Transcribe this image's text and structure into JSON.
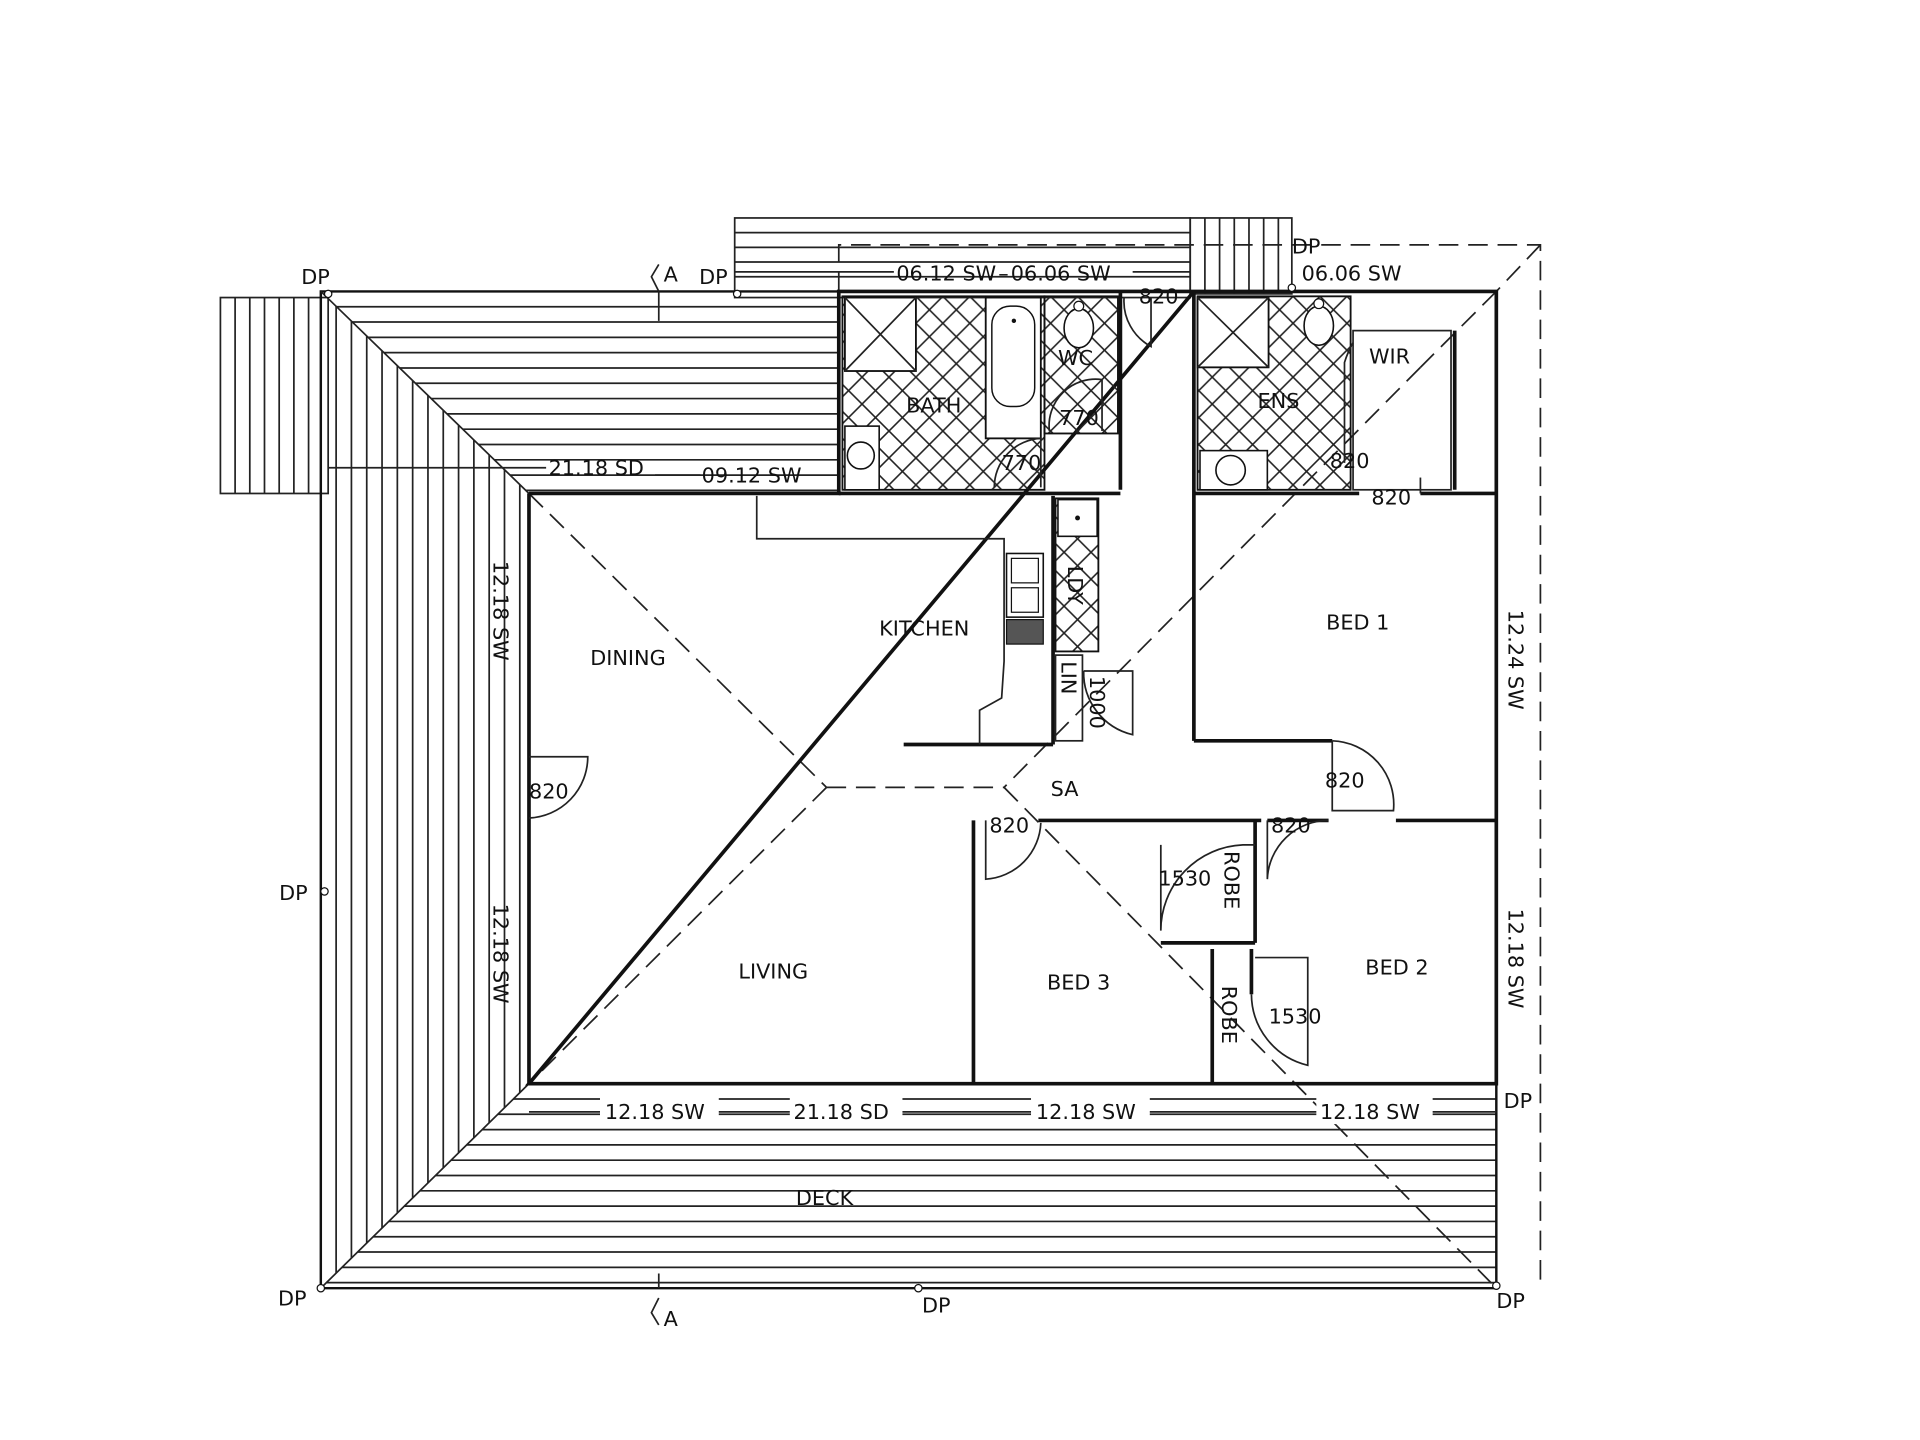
{
  "rooms": {
    "bath": "BATH",
    "wc": "WC",
    "ens": "ENS",
    "wir": "WIR",
    "kitchen": "KITCHEN",
    "dining": "DINING",
    "ldy": "LDY",
    "lin": "LIN",
    "bed1": "BED 1",
    "sa": "SA",
    "living": "LIVING",
    "bed3": "BED 3",
    "bed2": "BED 2",
    "robe1": "ROBE",
    "robe2": "ROBE",
    "deck": "DECK"
  },
  "dimensions": {
    "top_windows": "06.12 SW – 06.06 SW",
    "top_right_window": "06.06 SW",
    "door_top_hall": "820",
    "wc_door": "770",
    "bath_door": "770",
    "left_upper_door": "21.18 SD",
    "kitchen_window": "09.12 SW",
    "ens_door": "820",
    "wir_door": "820",
    "left_window_upper": "12.18 SW",
    "left_window_lower": "12.18 SW",
    "right_window_upper": "12.24 SW",
    "right_window_lower": "12.18 SW",
    "dining_door": "820",
    "lin_door": "1000",
    "bed1_door": "820",
    "bed3_door": "820",
    "bed2_door": "820",
    "robe1_door": "1530",
    "robe2_door": "1530",
    "bottom_w1": "12.18 SW",
    "bottom_sd": "21.18 SD",
    "bottom_w2": "12.18 SW",
    "bottom_w3": "12.18 SW"
  },
  "markers": {
    "dp_top_left": "DP",
    "dp_top_mid": "DP",
    "dp_top_right": "DP",
    "dp_left_mid": "DP",
    "dp_bottom_left": "DP",
    "dp_bottom_mid": "DP",
    "dp_bottom_right": "DP",
    "dp_right": "DP",
    "section_top": "A",
    "section_bottom": "A"
  }
}
